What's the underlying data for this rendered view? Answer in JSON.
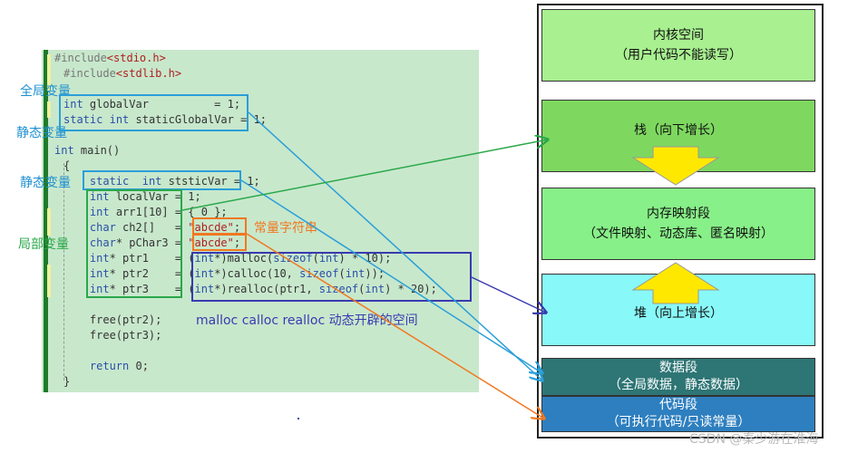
{
  "code": {
    "lines": [
      {
        "n": "l1",
        "text": "#include<stdio.h>"
      },
      {
        "n": "l2",
        "text": "#include<stdlib.h>"
      },
      {
        "n": "l3",
        "text": "int globalVar          = 1;"
      },
      {
        "n": "l4",
        "text": "static int staticGlobalVar = 1;"
      },
      {
        "n": "l5",
        "text": "int main()"
      },
      {
        "n": "l6",
        "text": "{"
      },
      {
        "n": "l7",
        "text": "    static  int ststicVar = 1;"
      },
      {
        "n": "l8",
        "text": "    int localVar = 1;"
      },
      {
        "n": "l9",
        "text": "    int arr1[10] = { 0 };"
      },
      {
        "n": "l10",
        "text": "    char ch2[]   = \"abcde\";"
      },
      {
        "n": "l11",
        "text": "    char* pChar3 = \"abcde\";"
      },
      {
        "n": "l12",
        "text": "    int* ptr1    = (int*)malloc(sizeof(int) * 10);"
      },
      {
        "n": "l13",
        "text": "    int* ptr2    = (int*)calloc(10, sizeof(int));"
      },
      {
        "n": "l14",
        "text": "    int* ptr3    = (int*)realloc(ptr1, sizeof(int) * 20);"
      },
      {
        "n": "l15",
        "text": ""
      },
      {
        "n": "l16",
        "text": "    free(ptr2);"
      },
      {
        "n": "l17",
        "text": "    free(ptr3);"
      },
      {
        "n": "l18",
        "text": ""
      },
      {
        "n": "l19",
        "text": "    return 0;"
      },
      {
        "n": "l20",
        "text": "}"
      }
    ]
  },
  "labels": {
    "global_var": "全局变量",
    "static_var_1": "静态变量",
    "static_var_2": "静态变量",
    "local_var": "局部变量",
    "const_string": "常量字符串",
    "dynamic": "malloc calloc realloc 动态开辟的空间"
  },
  "memory": {
    "kernel": {
      "line1": "内核空间",
      "line2": "（用户代码不能读写）"
    },
    "stack": {
      "line1": "栈（向下增长）"
    },
    "mmap": {
      "line1": "内存映射段",
      "line2": "（文件映射、动态库、匿名映射）"
    },
    "heap": {
      "line1": "堆（向上增长）"
    },
    "data": {
      "line1": "数据段",
      "line2": "（全局数据，静态数据）"
    },
    "text": {
      "line1": "代码段",
      "line2": "（可执行代码/只读常量）"
    }
  },
  "colors": {
    "kernel": "#a8f090",
    "stack": "#7ed860",
    "mmap": "#88f088",
    "heap": "#88f8f8",
    "data": "#2e7575",
    "text": "#2e7fbf",
    "blue_arrow": "#2a9fd8",
    "green_arrow": "#2aa84a",
    "orange_arrow": "#f07820",
    "navy_arrow": "#3a3ab0"
  },
  "watermark": "CSDN @秦少游在淮海"
}
